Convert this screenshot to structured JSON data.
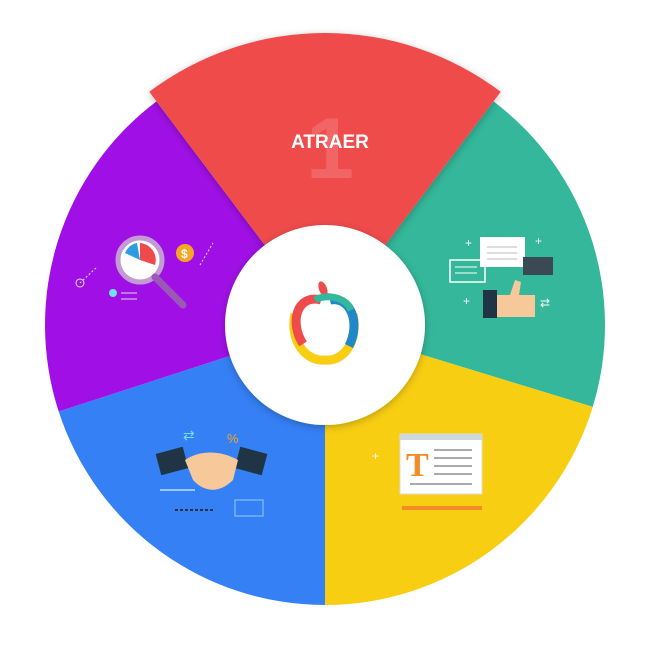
{
  "segments": [
    {
      "id": "attract",
      "number": "1",
      "label": "ATRAER",
      "color": "#EF4B4B",
      "icon": "none"
    },
    {
      "id": "engage",
      "number": "",
      "label": "",
      "color": "#34B79A",
      "icon": "chat-thumbs-up-icon"
    },
    {
      "id": "content",
      "number": "",
      "label": "",
      "color": "#F8CE13",
      "icon": "text-document-icon"
    },
    {
      "id": "close",
      "number": "",
      "label": "",
      "color": "#3580F5",
      "icon": "handshake-icon"
    },
    {
      "id": "analyze",
      "number": "",
      "label": "",
      "color": "#A010E6",
      "icon": "magnifier-chart-icon"
    }
  ],
  "center": {
    "icon": "apple-logo-icon",
    "background": "#FFFFFF"
  }
}
